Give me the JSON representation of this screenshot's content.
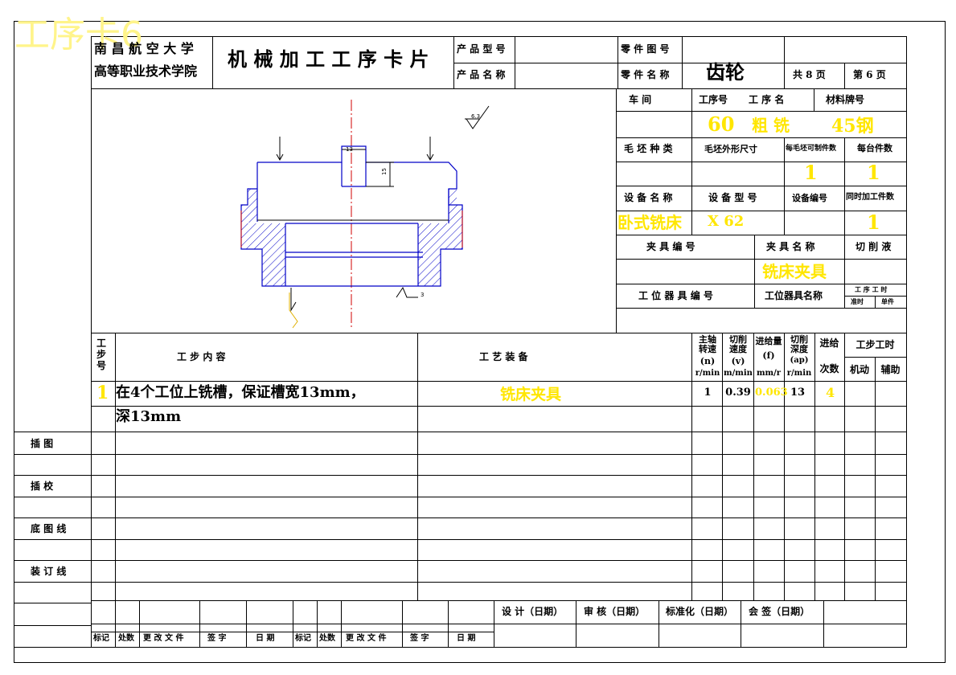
{
  "watermark": "工序卡6",
  "header": {
    "school_line1": "南 昌 航 空 大 学",
    "school_line2": "高等职业技术学院",
    "card_title": "机 械 加 工 工 序 卡 片",
    "product_model_label": "产 品 型 号",
    "product_name_label": "产 品 名 称",
    "part_drawing_no_label": "零 件 图 号",
    "part_name_label": "零 件 名 称",
    "part_name_value": "齿轮",
    "total_pages": "共  8  页",
    "page_no": "第  6  页"
  },
  "info": {
    "workshop_label": "车   间",
    "process_no_label": "工序号",
    "process_name_label": "工 序 名",
    "material_label": "材料牌号",
    "process_no_value": "60",
    "process_name_value": "粗 铣",
    "material_value": "45钢",
    "blank_type_label": "毛 坯 种 类",
    "blank_size_label": "毛坯外形尺寸",
    "parts_per_blank_label": "每毛坯可制件数",
    "parts_per_machine_label": "每台件数",
    "parts_per_blank_value": "1",
    "parts_per_machine_value": "1",
    "equip_name_label": "设 备 名 称",
    "equip_model_label": "设 备 型 号",
    "equip_no_label": "设备编号",
    "simultaneous_label": "同时加工件数",
    "equip_name_value": "卧式铣床",
    "equip_model_value": "X 62",
    "simultaneous_value": "1",
    "fixture_no_label": "夹 具 编 号",
    "fixture_name_label": "夹 具 名 称",
    "coolant_label": "切 削 液",
    "fixture_name_value": "铣床夹具",
    "station_tool_no_label": "工 位 器 具 编 号",
    "station_tool_name_label": "工位器具名称",
    "process_time_label": "工 序 工 时",
    "prep_time_label": "准时",
    "unit_time_label": "单件"
  },
  "drawing": {
    "dim_width": "13",
    "dim_depth": "15",
    "roughness_top": "6.3",
    "roughness_bottom": "3"
  },
  "steps_header": {
    "step_no": "工步号",
    "content": "工      步      内      容",
    "equipment": "工      艺      装      备",
    "spindle_l1": "主轴",
    "spindle_l2": "转速",
    "spindle_l3": "(n)",
    "spindle_unit": "r/min",
    "speed_l1": "切削",
    "speed_l2": "速度",
    "speed_l3": "(v)",
    "speed_unit": "m/min",
    "feed_l1": "进给量",
    "feed_l2": "(f)",
    "feed_unit": "mm/r",
    "depth_l1": "切削",
    "depth_l2": "深度",
    "depth_l3": "(ap)",
    "depth_unit": "r/min",
    "passes_l1": "进给",
    "passes_l2": "次数",
    "step_time": "工步工时",
    "machine_time": "机动",
    "aux_time": "辅助"
  },
  "steps": [
    {
      "no": "1",
      "content_l1": "在4个工位上铣槽，保证槽宽13mm，",
      "content_l2": "深13mm",
      "equipment": "铣床夹具",
      "spindle": "1",
      "speed": "0.39",
      "feed": "0.063",
      "depth": "13",
      "passes": "4"
    }
  ],
  "side": {
    "illustration": "插    图",
    "check": "插    校",
    "base_line": "底 图 线",
    "binding_line": "装 订 线"
  },
  "footer": {
    "design": "设  计（日期）",
    "review": "审   核（日期）",
    "standard": "标准化（日期）",
    "sign": "会   签（日期）",
    "mark": "标记",
    "count": "处数",
    "change_doc": "更 改 文 件",
    "signature": "签   字",
    "date": "日   期"
  }
}
